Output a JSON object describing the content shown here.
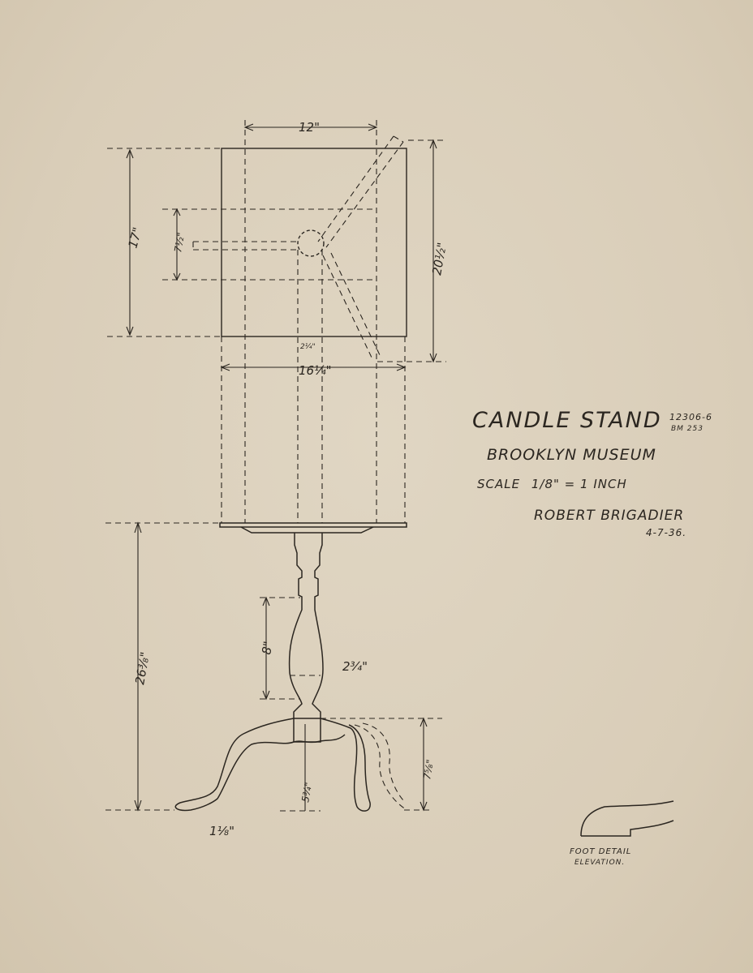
{
  "title_block": {
    "title": "CANDLE  STAND",
    "catalog_number": "12306-6",
    "catalog_sub": "BM 253",
    "museum": "BROOKLYN MUSEUM",
    "scale_prefix": "SCALE",
    "scale_fraction": "1/8",
    "scale_suffix": "\" = 1 INCH",
    "artist": "ROBERT BRIGADIER",
    "date": "4-7-36."
  },
  "foot_detail": {
    "line1": "FOOT DETAIL",
    "line2": "ELEVATION."
  },
  "dimensions": {
    "top_width": "12\"",
    "top_depth": "17\"",
    "overall_depth": "20½\"",
    "inner_span": "7½\"",
    "hinge_width": "2¼\"",
    "overall_width": "16¼\"",
    "height": "26⅜\"",
    "shaft_length": "8\"",
    "shaft_diameter": "2¾\"",
    "leg_height": "7⅝\"",
    "base_clearance": "5¾\"",
    "foot_height": "1⅛\""
  },
  "colors": {
    "paper": "#dcd1bd",
    "ink": "#2b2620"
  }
}
